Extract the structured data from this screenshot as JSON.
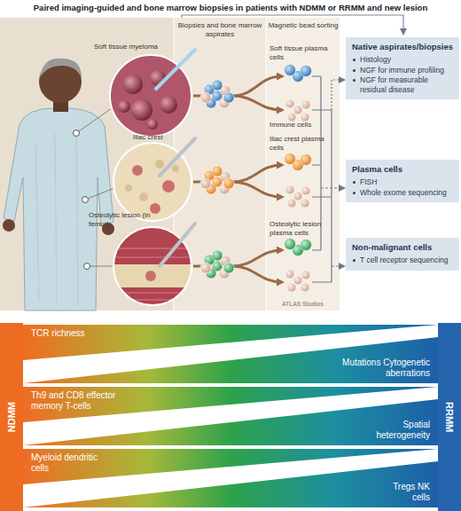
{
  "diagram": {
    "title": "Paired imaging-guided and bone marrow biopsies in patients with NDMM or RRMM and new lesion",
    "nodes": [
      {
        "text": [
          "Native aspirates/biopsies",
          "Histology",
          "NGF for immune profiling",
          "NGF for measurable residual disease"
        ]
      },
      {
        "text": [
          "Plasma cells",
          "FISH",
          "Whole exome sequencing"
        ]
      },
      {
        "text": [
          "Non-malignant cells",
          "T cell receptor sequencing"
        ]
      },
      {
        "text": [
          "NDMM"
        ]
      },
      {
        "text": [
          "TCR richness"
        ]
      },
      {
        "text": [
          "Mutations Cytogenetic aberrations"
        ]
      },
      {
        "text": [
          "Th9 and CD8 effector memory T-cells"
        ]
      },
      {
        "text": [
          "Spatial heterogeneity"
        ]
      },
      {
        "text": [
          "Myeloid dendritic cells"
        ]
      },
      {
        "text": [
          "Tregs NK cells"
        ]
      },
      {
        "text": [
          "RRMM"
        ]
      }
    ],
    "labels": [
      "Biopsies and bone marrow aspirates",
      "Magnetic bead sorting",
      "Soft tissue myeloma",
      "Soft tissue plasma cells",
      "Immune cells",
      "Iliac crest",
      "Iliac crest plasma cells",
      "Osteolytic lesion (in femur)",
      "Osteolytic lesion plasma cells",
      "ATLAS Studios"
    ]
  }
}
